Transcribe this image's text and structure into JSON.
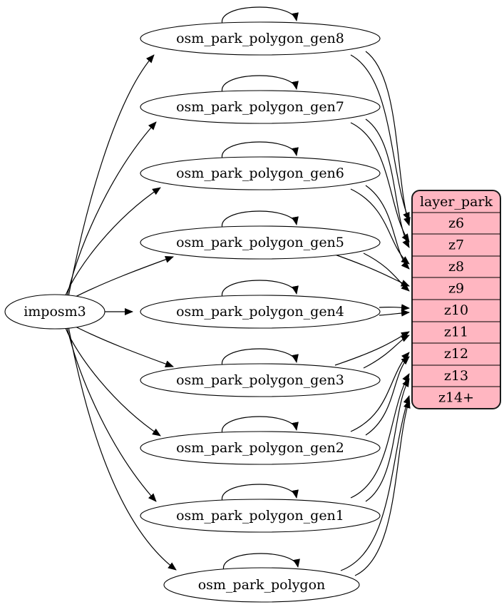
{
  "diagram": {
    "colors": {
      "node_fill": "#ffffff",
      "layer_fill": "#ffb6c1",
      "stroke": "#000000"
    },
    "source": {
      "label": "imposm3"
    },
    "tables": [
      {
        "label": "osm_park_polygon_gen8"
      },
      {
        "label": "osm_park_polygon_gen7"
      },
      {
        "label": "osm_park_polygon_gen6"
      },
      {
        "label": "osm_park_polygon_gen5"
      },
      {
        "label": "osm_park_polygon_gen4"
      },
      {
        "label": "osm_park_polygon_gen3"
      },
      {
        "label": "osm_park_polygon_gen2"
      },
      {
        "label": "osm_park_polygon_gen1"
      },
      {
        "label": "osm_park_polygon"
      }
    ],
    "layer": {
      "title": "layer_park",
      "rows": [
        "z6",
        "z7",
        "z8",
        "z9",
        "z10",
        "z11",
        "z12",
        "z13",
        "z14+"
      ]
    },
    "edges": {
      "from_source_to": [
        "osm_park_polygon_gen8",
        "osm_park_polygon_gen7",
        "osm_park_polygon_gen6",
        "osm_park_polygon_gen5",
        "osm_park_polygon_gen4",
        "osm_park_polygon_gen3",
        "osm_park_polygon_gen2",
        "osm_park_polygon_gen1",
        "osm_park_polygon"
      ],
      "self_loops_on": [
        "osm_park_polygon_gen8",
        "osm_park_polygon_gen7",
        "osm_park_polygon_gen6",
        "osm_park_polygon_gen5",
        "osm_park_polygon_gen4",
        "osm_park_polygon_gen3",
        "osm_park_polygon_gen2",
        "osm_park_polygon_gen1",
        "osm_park_polygon"
      ],
      "to_layer_rows": [
        {
          "from": "osm_park_polygon_gen8",
          "to": "z6",
          "count": 2
        },
        {
          "from": "osm_park_polygon_gen7",
          "to": "z7",
          "count": 2
        },
        {
          "from": "osm_park_polygon_gen6",
          "to": "z8",
          "count": 2
        },
        {
          "from": "osm_park_polygon_gen5",
          "to": "z9",
          "count": 2
        },
        {
          "from": "osm_park_polygon_gen4",
          "to": "z10",
          "count": 2
        },
        {
          "from": "osm_park_polygon_gen3",
          "to": "z11",
          "count": 2
        },
        {
          "from": "osm_park_polygon_gen2",
          "to": "z12",
          "count": 2
        },
        {
          "from": "osm_park_polygon_gen1",
          "to": "z13",
          "count": 2
        },
        {
          "from": "osm_park_polygon",
          "to": "z14+",
          "count": 2
        }
      ]
    }
  }
}
